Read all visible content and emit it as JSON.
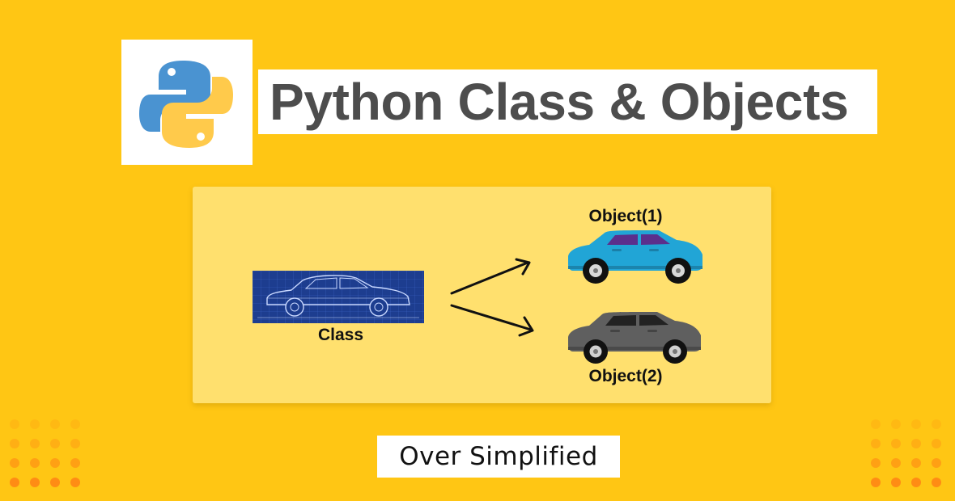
{
  "header": {
    "title": "Python Class & Objects",
    "logo_icon": "python-logo-icon"
  },
  "diagram": {
    "class_label": "Class",
    "object_1_label": "Object(1)",
    "object_2_label": "Object(2)",
    "class_image_icon": "car-blueprint-icon",
    "object_1_icon": "blue-suv-icon",
    "object_2_icon": "gray-suv-icon",
    "arrow_icon": "arrow-icon"
  },
  "footer": {
    "badge_text": "Over Simplified"
  },
  "colors": {
    "background": "#ffc614",
    "panel": "#ffe06e",
    "python_blue": "#4a93d1",
    "python_yellow": "#ffca4b",
    "blueprint": "#1d3d8f",
    "car_1": "#21a5d6",
    "car_2": "#5f5f5f",
    "dots": "#ff8c14"
  }
}
